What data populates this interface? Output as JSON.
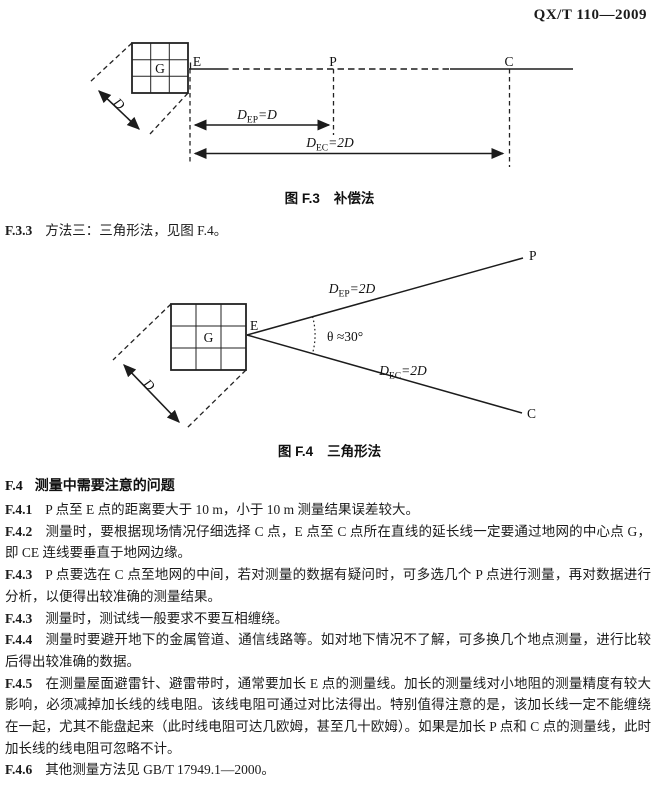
{
  "page": {
    "header": "QX/T 110—2009"
  },
  "figure_f3": {
    "caption_prefix": "图 F.3",
    "caption_title": "补偿法",
    "grid_label": "G",
    "points": {
      "e": "E",
      "p": "P",
      "c": "C"
    },
    "dim_label": "D",
    "arrow_ep": {
      "base": "D",
      "sub": "EP",
      "rest": "=D"
    },
    "arrow_ec": {
      "base": "D",
      "sub": "EC",
      "rest": "=2D"
    }
  },
  "para_f33": {
    "num": "F.3.3",
    "text": "方法三：三角形法，见图 F.4。"
  },
  "figure_f4": {
    "caption_prefix": "图 F.4",
    "caption_title": "三角形法",
    "grid_label": "G",
    "points": {
      "e": "E",
      "p": "P",
      "c": "C"
    },
    "dim_label": "D",
    "label_ep": {
      "base": "D",
      "sub": "EP",
      "rest": "=2D"
    },
    "label_ec": {
      "base": "D",
      "sub": "EC",
      "rest": "=2D"
    },
    "angle_label": "θ ≈30°"
  },
  "section_f4": {
    "heading_num": "F.4",
    "heading_text": "测量中需要注意的问题",
    "items": [
      {
        "num": "F.4.1",
        "text": "P 点至 E 点的距离要大于 10 m，小于 10 m 测量结果误差较大。"
      },
      {
        "num": "F.4.2",
        "text": "测量时，要根据现场情况仔细选择 C 点，E 点至 C 点所在直线的延长线一定要通过地网的中心点 G，即 CE 连线要垂直于地网边缘。"
      },
      {
        "num": "F.4.3",
        "text": "P 点要选在 C 点至地网的中间，若对测量的数据有疑问时，可多选几个 P 点进行测量，再对数据进行分析，以便得出较准确的测量结果。"
      },
      {
        "num": "F.4.3",
        "text": "测量时，测试线一般要求不要互相缠绕。"
      },
      {
        "num": "F.4.4",
        "text": "测量时要避开地下的金属管道、通信线路等。如对地下情况不了解，可多换几个地点测量，进行比较后得出较准确的数据。"
      },
      {
        "num": "F.4.5",
        "text": "在测量屋面避雷针、避雷带时，通常要加长 E 点的测量线。加长的测量线对小地阻的测量精度有较大影响，必须减掉加长线的线电阻。该线电阻可通过对比法得出。特别值得注意的是，该加长线一定不能缠绕在一起，尤其不能盘起来（此时线电阻可达几欧姆，甚至几十欧姆）。如果是加长 P 点和 C 点的测量线，此时加长线的线电阻可忽略不计。"
      },
      {
        "num": "F.4.6",
        "text": "其他测量方法见 GB/T 17949.1—2000。"
      }
    ]
  }
}
